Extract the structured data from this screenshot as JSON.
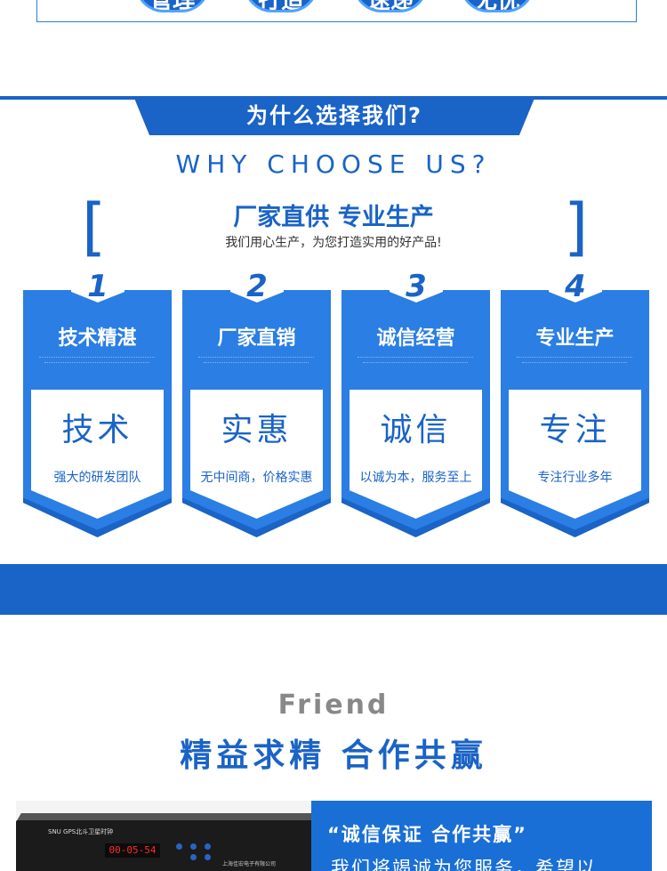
{
  "top_pills": [
    "管理",
    "打造",
    "速递",
    "无忧"
  ],
  "why": {
    "title_cn": "为什么选择我们?",
    "title_en": "WHY CHOOSE US?",
    "slogan": "厂家直供 专业生产",
    "slogan_sub": "我们用心生产，为您打造实用的好产品!",
    "bracket_left": "[",
    "bracket_right": "]"
  },
  "cards": [
    {
      "num": "1",
      "title": "技术精湛",
      "big": "技术",
      "small": "强大的研发团队"
    },
    {
      "num": "2",
      "title": "厂家直销",
      "big": "实惠",
      "small": "无中间商，价格实惠"
    },
    {
      "num": "3",
      "title": "诚信经营",
      "big": "诚信",
      "small": "以诚为本，服务至上"
    },
    {
      "num": "4",
      "title": "专业生产",
      "big": "专注",
      "small": "专注行业多年"
    }
  ],
  "friend": {
    "title_en": "Friend",
    "title_cn": "精益求精  合作共赢"
  },
  "product": {
    "led_time": "00-05-54",
    "label": "SNU GPS北斗卫星时钟",
    "maker": "上海佳宏电子有限公司"
  },
  "quote": {
    "title": "“诚信保证  合作共赢”",
    "text": "我们将竭诚为您服务，希望以"
  },
  "colors": {
    "primary": "#1a63c7",
    "light": "#2b7ee3",
    "gray": "#888888"
  }
}
